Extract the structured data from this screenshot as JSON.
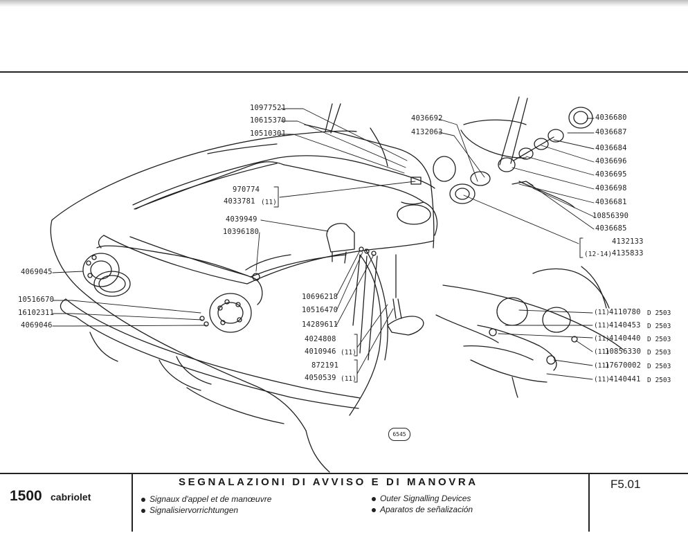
{
  "header": {
    "model_number": "1500",
    "model_variant": "cabriolet",
    "title": "SEGNALAZIONI DI AVVISO E DI MANOVRA",
    "subtitles": [
      "Signaux d'appel et de manœuvre",
      "Signalisiervorrichtungen",
      "Outer Signalling Devices",
      "Aparatos de señalización"
    ],
    "page_ref": "F5.01"
  },
  "drawing_number": "6545",
  "part_labels": {
    "p10977521": "10977521",
    "p10615370": "10615370",
    "p10510301": "10510301",
    "p970774": "970774",
    "p4033781": "4033781",
    "p4039949": "4039949",
    "p10396180": "10396180",
    "p4069045": "4069045",
    "p10516670": "10516670",
    "p16102311": "16102311",
    "p4069046": "4069046",
    "p10696218": "10696218",
    "p10516470": "10516470",
    "p14289611": "14289611",
    "p4024808": "4024808",
    "p4010946": "4010946",
    "p872191": "872191",
    "p4050539": "4050539",
    "p4036692": "4036692",
    "p4132063": "4132063",
    "p4036680": "4036680",
    "p4036687": "4036687",
    "p4036684": "4036684",
    "p4036696": "4036696",
    "p4036695": "4036695",
    "p4036698": "4036698",
    "p4036681": "4036681",
    "p10856390": "10856390",
    "p4036685": "4036685",
    "p4132133": "4132133",
    "p4135833": "4135833",
    "p4110780": "4110780",
    "p4140453": "4140453",
    "p4140440": "4140440",
    "p10856330": "10856330",
    "p17670002": "17670002",
    "p4140441": "4140441"
  },
  "qualifiers": {
    "q11": "(11)",
    "q12_14": "(12-14)",
    "d2503": "D 2503"
  }
}
